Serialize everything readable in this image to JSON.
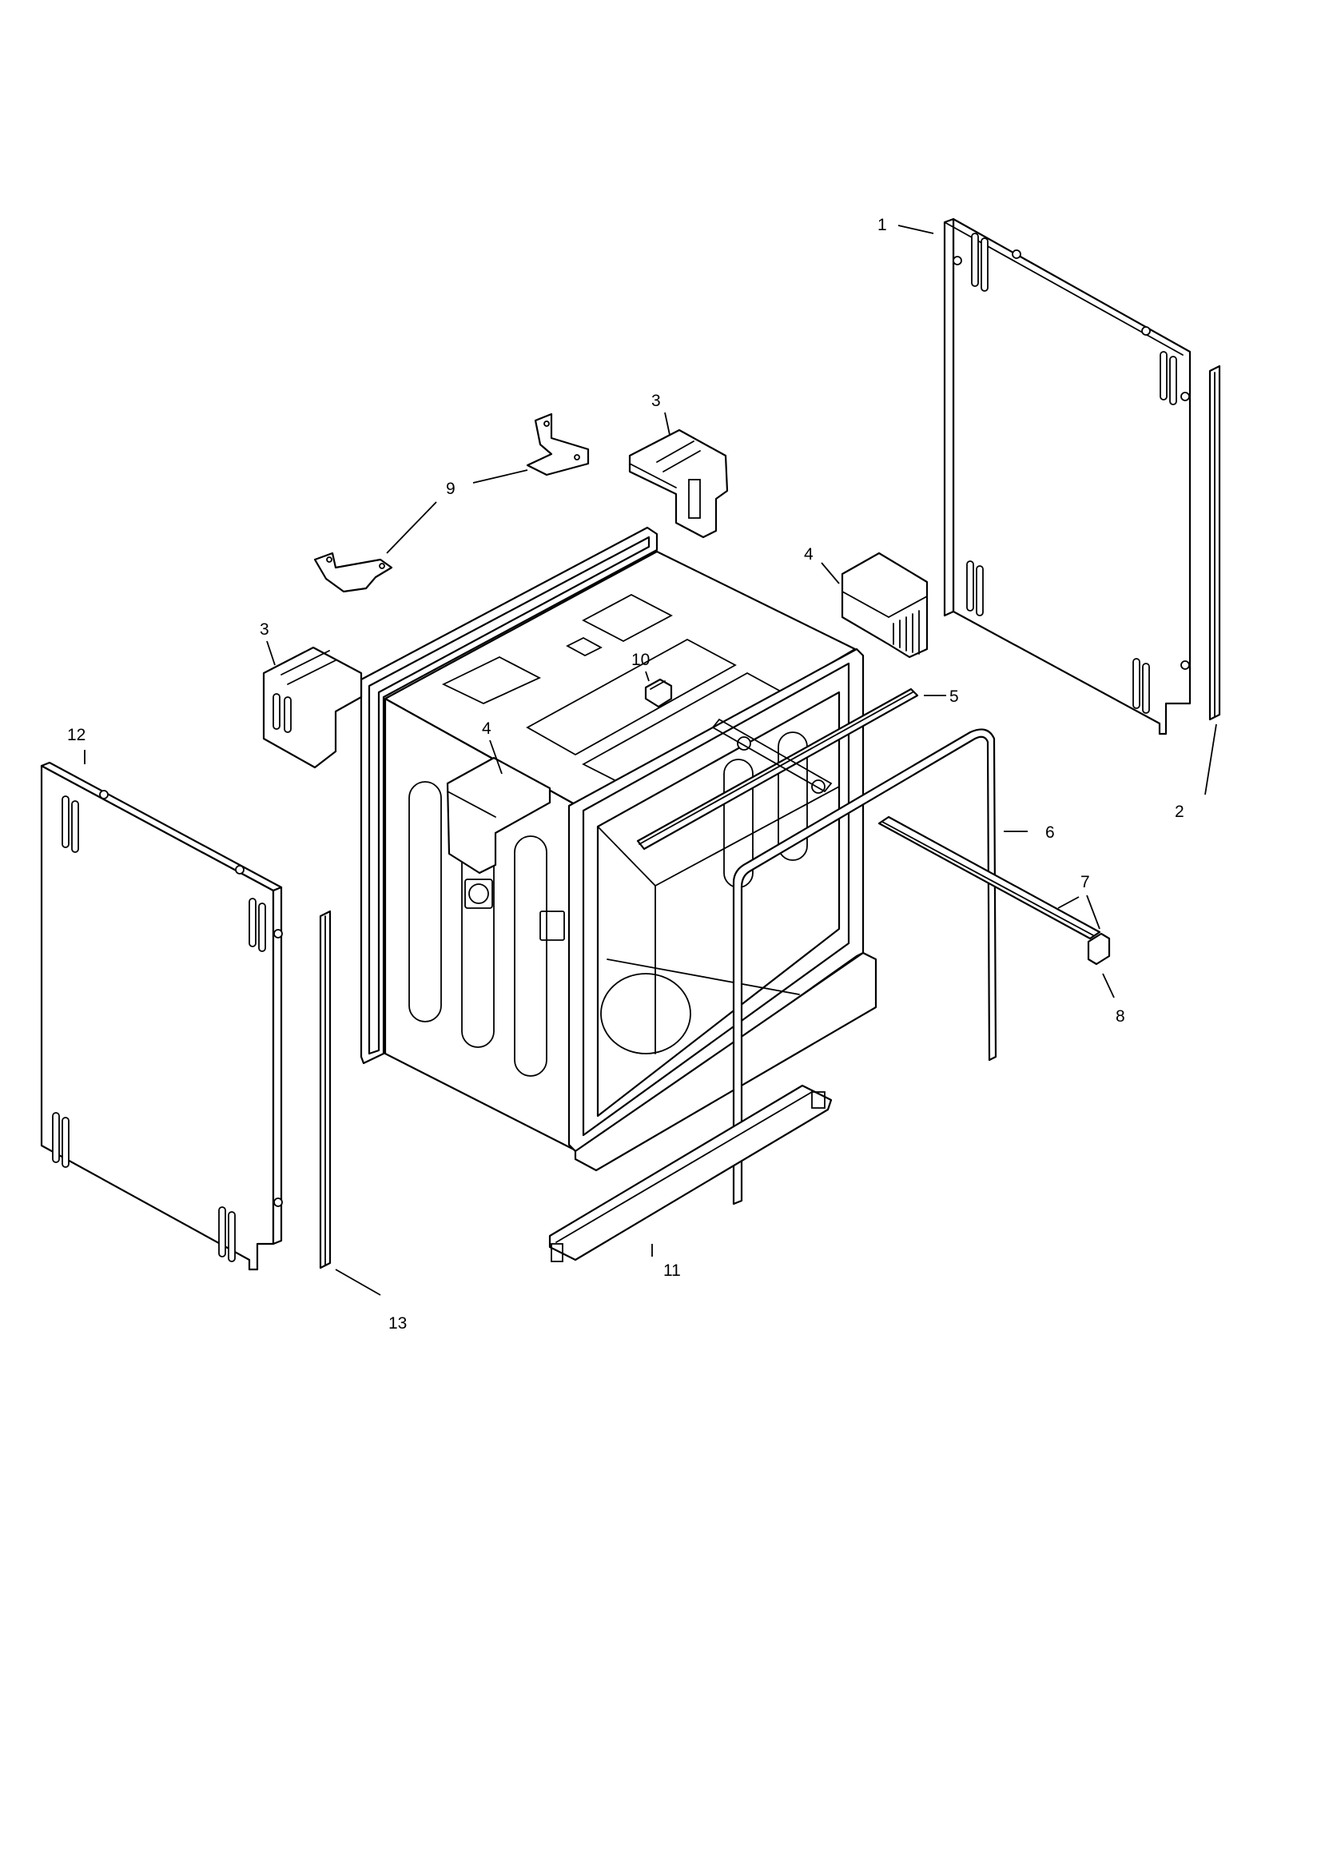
{
  "callouts": [
    {
      "id": "1",
      "label": "1"
    },
    {
      "id": "2",
      "label": "2"
    },
    {
      "id": "3a",
      "label": "3"
    },
    {
      "id": "3b",
      "label": "3"
    },
    {
      "id": "4a",
      "label": "4"
    },
    {
      "id": "4b",
      "label": "4"
    },
    {
      "id": "5",
      "label": "5"
    },
    {
      "id": "6",
      "label": "6"
    },
    {
      "id": "7",
      "label": "7"
    },
    {
      "id": "8",
      "label": "8"
    },
    {
      "id": "9",
      "label": "9"
    },
    {
      "id": "10",
      "label": "10"
    },
    {
      "id": "11",
      "label": "11"
    },
    {
      "id": "12",
      "label": "12"
    },
    {
      "id": "13",
      "label": "13"
    }
  ]
}
